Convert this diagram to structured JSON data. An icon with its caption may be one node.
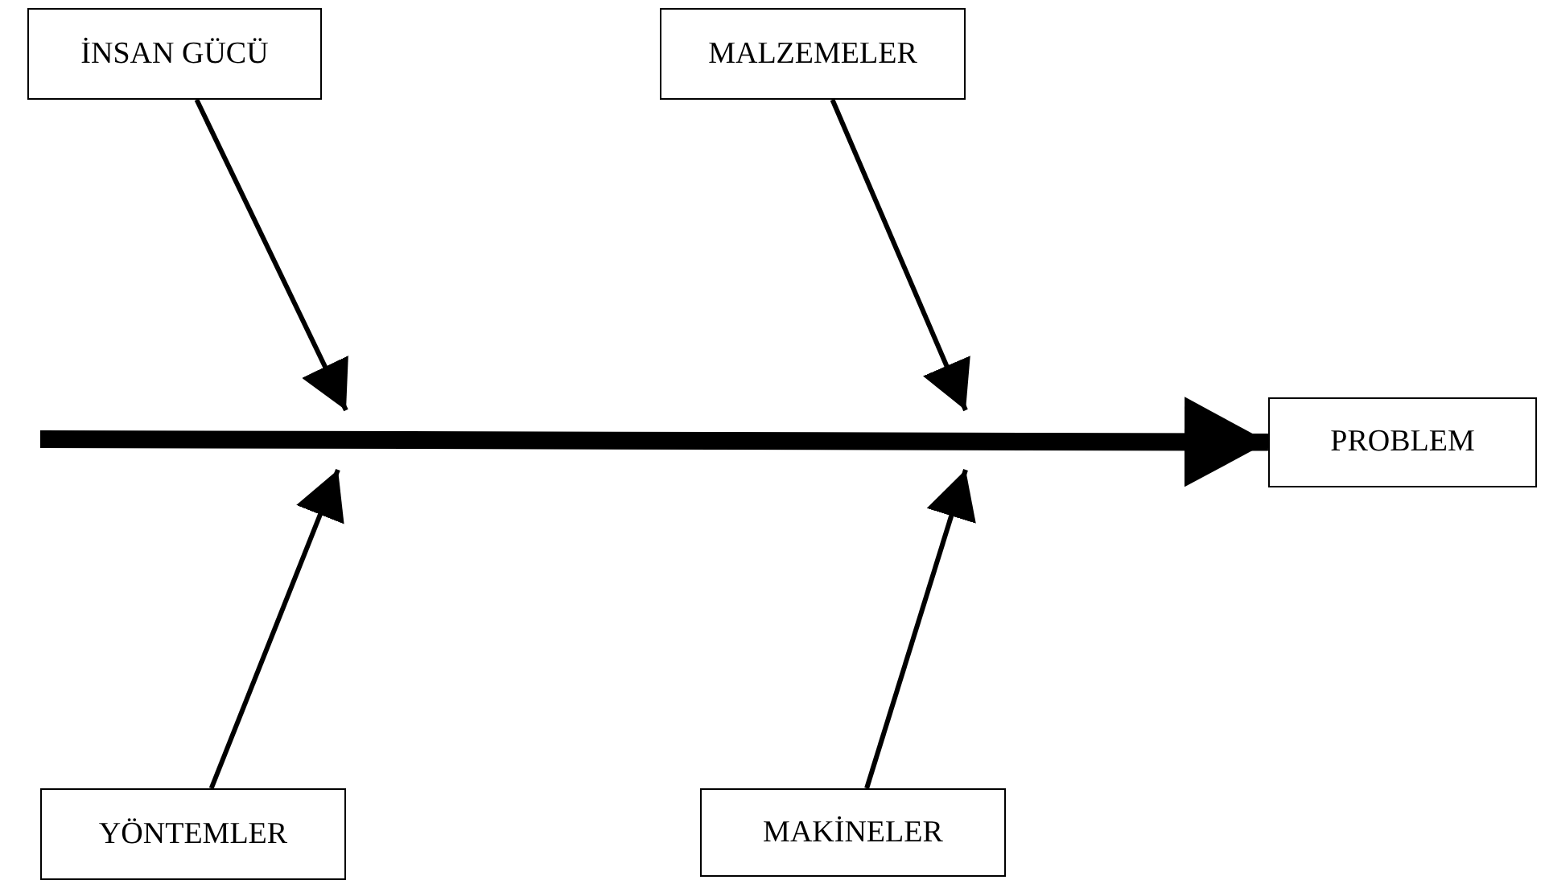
{
  "diagram": {
    "nodes": [
      {
        "text": [
          "İNSAN GÜCÜ"
        ]
      },
      {
        "text": [
          "MALZEMELER"
        ]
      },
      {
        "text": [
          "PROBLEM"
        ]
      },
      {
        "text": [
          "YÖNTEMLER"
        ]
      },
      {
        "text": [
          "MAKİNELER"
        ]
      }
    ],
    "edges": [
      {
        "from": null,
        "to": 2,
        "arrow": "to",
        "style": "thick"
      },
      {
        "from": 0,
        "to": null,
        "arrow": "to"
      },
      {
        "from": 1,
        "to": null,
        "arrow": "to"
      },
      {
        "from": 3,
        "to": null,
        "arrow": "to"
      },
      {
        "from": 4,
        "to": null,
        "arrow": "to"
      }
    ]
  }
}
